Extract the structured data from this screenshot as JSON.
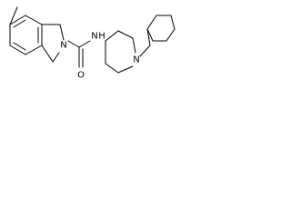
{
  "molecule": {
    "atoms": {
      "n_indoline": "N",
      "n_amide": "N",
      "h_amide": "H",
      "o_carbonyl": "O",
      "n_piperidine": "N"
    }
  },
  "colors": {
    "bond": "#000000",
    "text": "#000000",
    "background": "#ffffff"
  }
}
